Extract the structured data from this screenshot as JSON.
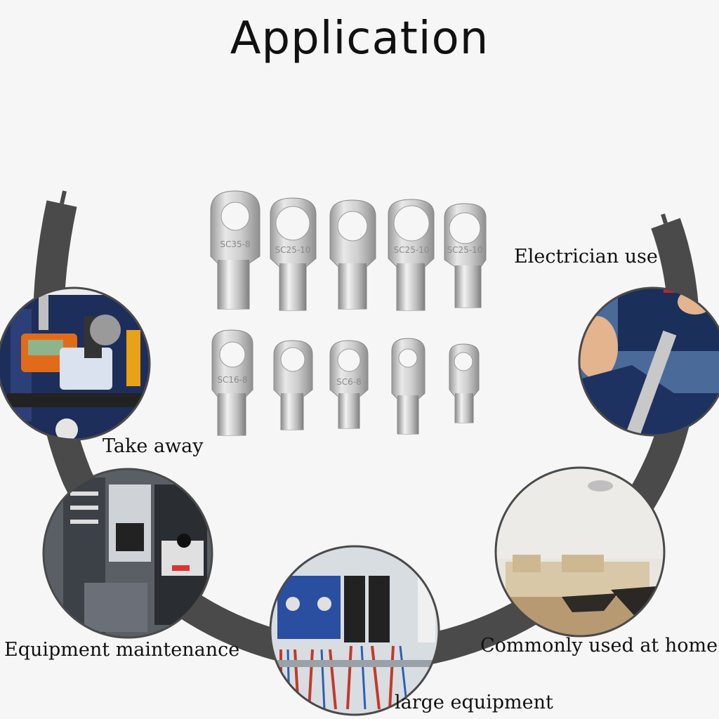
{
  "title": "Application",
  "captions": {
    "take_away": "Take away",
    "electrician": "Electrician use",
    "equipment_maintenance": "Equipment maintenance",
    "home": "Commonly used at home",
    "large_equipment": "large equipment"
  },
  "lugs": {
    "top_row": [
      "SC35-8",
      "SC25-10",
      "",
      "SC25-10",
      "SC25-10"
    ],
    "bottom_row": [
      "SC16-8",
      "",
      "SC6-8",
      "",
      ""
    ]
  },
  "colors": {
    "arc": "#4a4a4a",
    "background": "#f6f6f6",
    "metal": "#c9c9c9"
  }
}
